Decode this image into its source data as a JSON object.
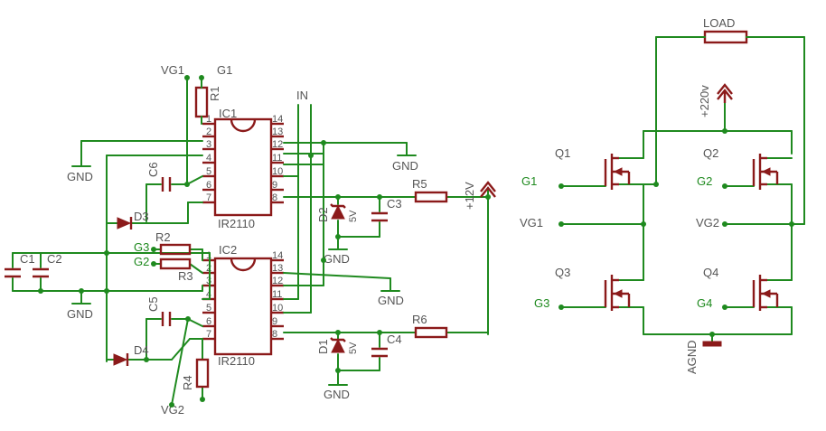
{
  "ic1": {
    "ref": "IC1",
    "part": "IR2110",
    "pins_left": [
      "1",
      "2",
      "3",
      "4",
      "5",
      "6",
      "7"
    ],
    "pins_right": [
      "14",
      "13",
      "12",
      "11",
      "10",
      "9",
      "8"
    ]
  },
  "ic2": {
    "ref": "IC2",
    "part": "IR2110",
    "pins_left": [
      "1",
      "2",
      "3",
      "4",
      "5",
      "6",
      "7"
    ],
    "pins_right": [
      "14",
      "13",
      "12",
      "11",
      "10",
      "9",
      "8"
    ]
  },
  "labels": {
    "vg1_top": "VG1",
    "g1_top": "G1",
    "r1": "R1",
    "r2": "R2",
    "r3": "R3",
    "r4": "R4",
    "r5": "R5",
    "r6": "R6",
    "in": "IN",
    "gnd": "GND",
    "c1": "C1",
    "c2": "C2",
    "c3": "C3",
    "c4": "C4",
    "c5": "C5",
    "c6": "C6",
    "d1": "D1",
    "d2": "D2",
    "d3": "D3",
    "d4": "D4",
    "g3": "G3",
    "g2": "G2",
    "vg2_bottom": "VG2",
    "zener": "5V",
    "plus12": "+12V",
    "load": "LOAD",
    "plus220": "+220v",
    "agnd": "AGND",
    "q1": "Q1",
    "q2": "Q2",
    "q3": "Q3",
    "q4": "Q4",
    "bridge_g1": "G1",
    "bridge_g2": "G2",
    "bridge_g3": "G3",
    "bridge_g4": "G4",
    "bridge_vg1": "VG1",
    "bridge_vg2": "VG2"
  },
  "colors": {
    "wire": "#1f8a1f",
    "component": "#8b1a1a",
    "text": "#555555"
  }
}
